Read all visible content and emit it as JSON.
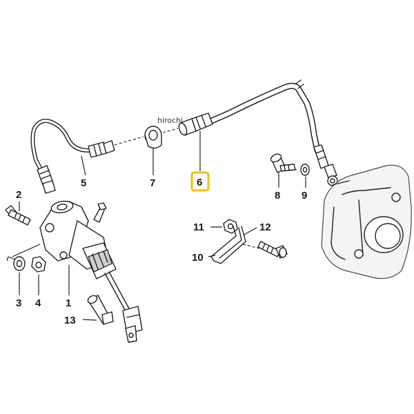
{
  "watermark": "hirochi",
  "highlight_color": "#f2c200",
  "callouts": [
    {
      "id": "1",
      "label": "1"
    },
    {
      "id": "2",
      "label": "2"
    },
    {
      "id": "3",
      "label": "3"
    },
    {
      "id": "4",
      "label": "4"
    },
    {
      "id": "5",
      "label": "5"
    },
    {
      "id": "6",
      "label": "6",
      "highlighted": true
    },
    {
      "id": "7",
      "label": "7"
    },
    {
      "id": "8",
      "label": "8"
    },
    {
      "id": "9",
      "label": "9"
    },
    {
      "id": "10",
      "label": "10"
    },
    {
      "id": "11",
      "label": "11"
    },
    {
      "id": "12",
      "label": "12"
    },
    {
      "id": "13",
      "label": "13"
    }
  ]
}
